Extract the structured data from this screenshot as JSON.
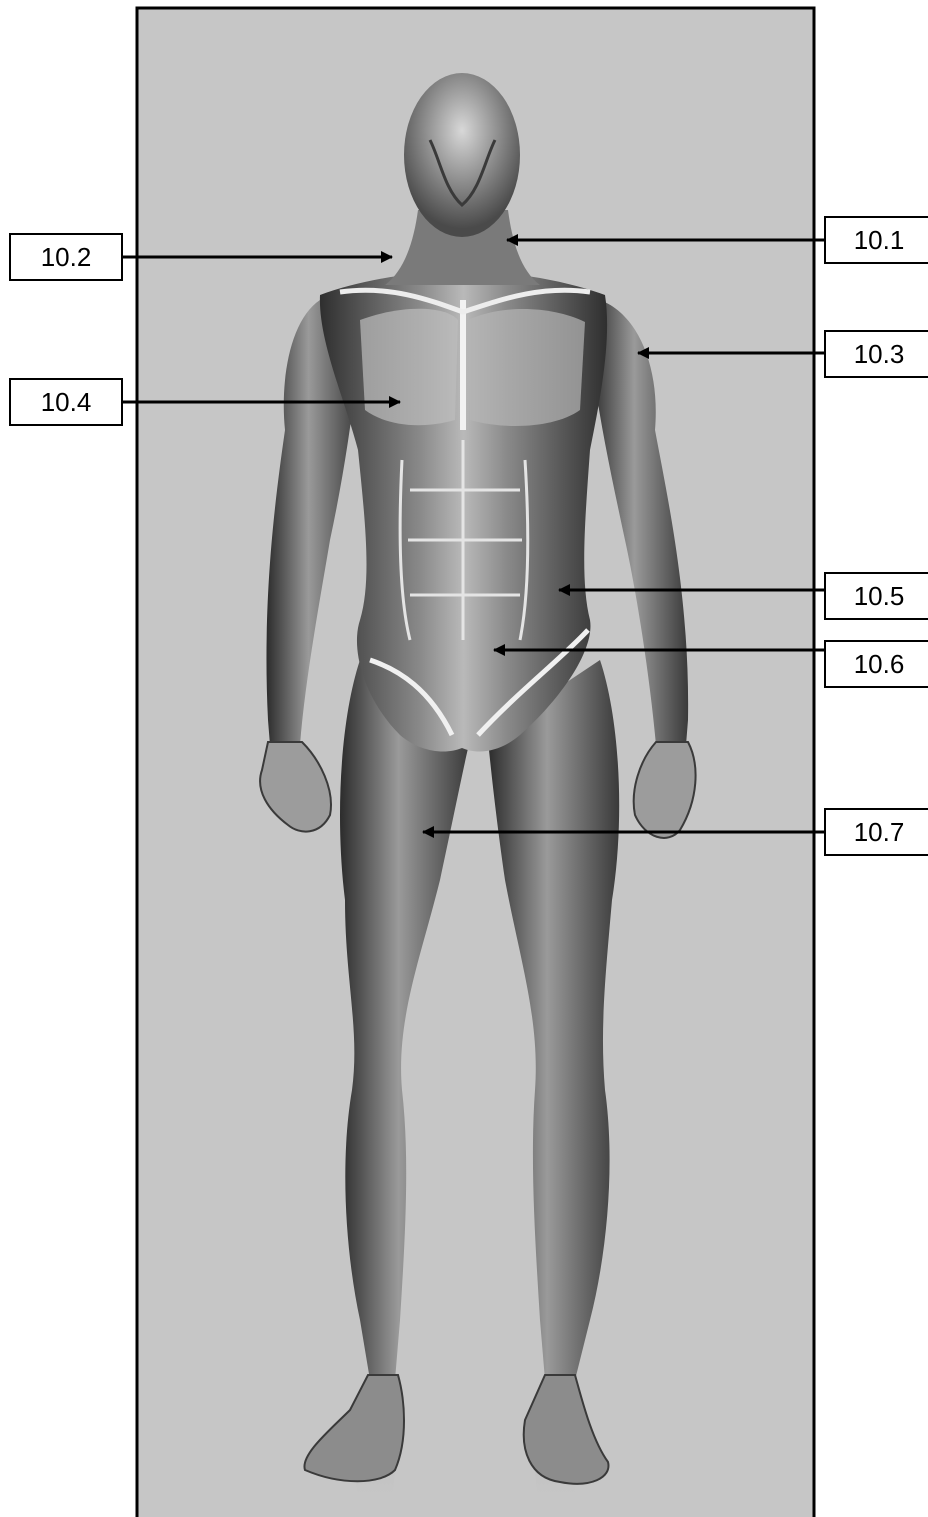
{
  "labels": [
    "10.1",
    "10.2",
    "10.3",
    "10.4",
    "10.5",
    "10.6",
    "10.7"
  ],
  "colors": {
    "panel_background": "#c6c6c6",
    "frame": "#000000",
    "figure_dark": "#3a3a3a",
    "figure_mid": "#7d7d7d",
    "figure_light": "#e6e6e6",
    "label_background": "#ffffff",
    "text": "#000000"
  }
}
